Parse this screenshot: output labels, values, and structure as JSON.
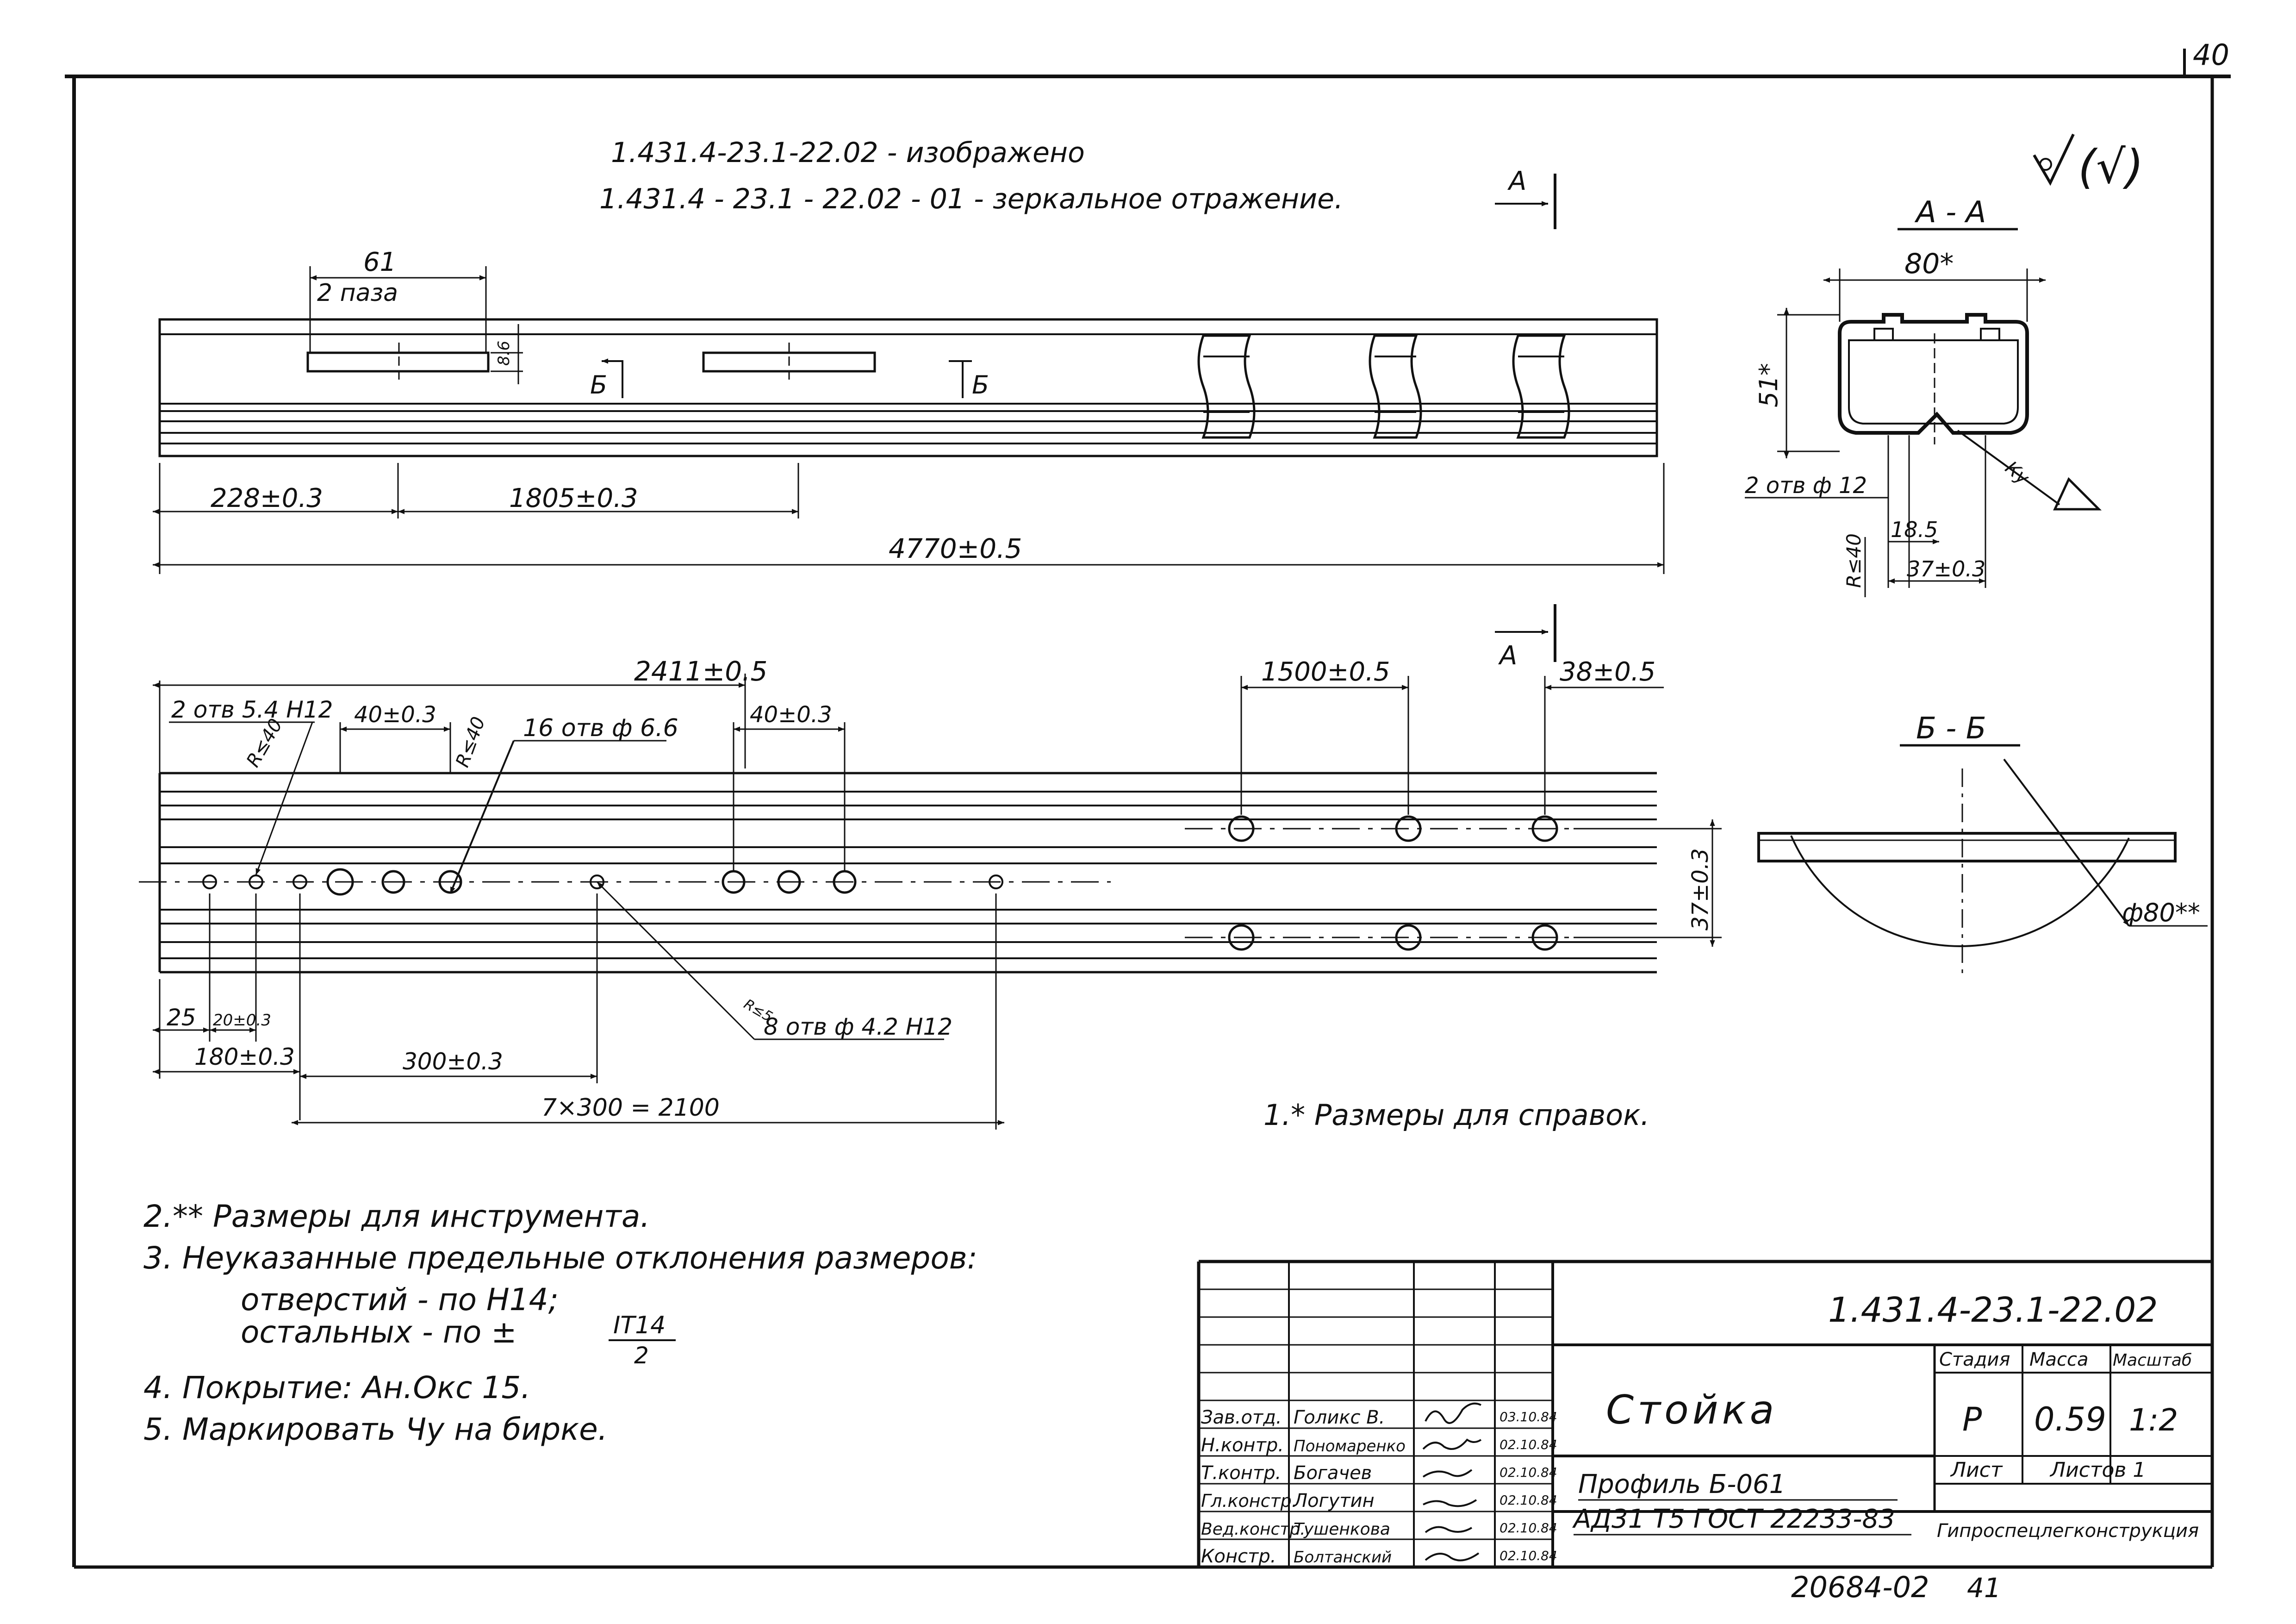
{
  "page_number": "40",
  "header": {
    "line1": "1.431.4-23.1-22.02 - изображено",
    "line2": "1.431.4 - 23.1 - 22.02 - 01 - зеркальное отражение."
  },
  "roughness": "(√)",
  "top_view": {
    "slot_width": "61",
    "slot_label": "2 паза",
    "slot_height": "8.6",
    "dim_228": "228±0.3",
    "dim_1805": "1805±0.3",
    "dim_total": "4770±0.5",
    "section_b": "Б"
  },
  "section_a": {
    "mark": "А",
    "title": "А - А",
    "width": "80*",
    "height": "51*",
    "holes": "2 отв ф 12",
    "dim_18_5": "18.5",
    "dim_37": "37±0.3",
    "radius": "R≤40",
    "ku": "Ку"
  },
  "bottom_view": {
    "dim_2411": "2411±0.5",
    "dim_1500": "1500±0.5",
    "dim_38": "38±0.5",
    "holes_54": "2 отв 5.4 Н12",
    "r40_left": "R≤40",
    "dim_40_a": "40±0.3",
    "r40_mid": "R≤40",
    "holes_66": "16 отв ф 6.6",
    "dim_40_b": "40±0.3",
    "dim_37": "37±0.3",
    "r_small": "R≤5",
    "holes_42": "8 отв ф 4.2 Н12",
    "dim_25": "25",
    "dim_20": "20±0.3",
    "dim_180": "180±0.3",
    "dim_300": "300±0.3",
    "dim_7x300": "7×300 = 2100"
  },
  "section_b": {
    "title": "Б - Б",
    "diameter": "ф80**"
  },
  "notes": {
    "n1": "1.* Размеры для справок.",
    "n2": "2.** Размеры для инструмента.",
    "n3": "3. Неуказанные предельные отклонения размеров:",
    "n3a": "отверстий - по Н14;",
    "n3b_pre": "остальных - по ±",
    "n3b_num": "IT14",
    "n3b_den": "2",
    "n4": "4. Покрытие: Ан.Окс 15.",
    "n5": "5. Маркировать Чу на бирке."
  },
  "title_block": {
    "doc_number": "1.431.4-23.1-22.02",
    "part_name": "Стойка",
    "material_line1": "Профиль Б-061",
    "material_line2": "АД31 Т5 ГОСТ 22233-83",
    "stage_label": "Стадия",
    "mass_label": "Масса",
    "scale_label": "Масштаб",
    "stage": "Р",
    "mass": "0.59",
    "scale": "1:2",
    "sheet_label": "Лист",
    "sheets_label": "Листов 1",
    "organization": "Гипроспецлегконструкция",
    "roles": [
      "Зав.отд.",
      "Н.контр.",
      "Т.контр.",
      "Гл.констр.",
      "Вед.констр.",
      "Констр."
    ],
    "names": [
      "Голикс В.",
      "Пономаренко",
      "Богачев",
      "Логутин",
      "Тушенкова",
      "Болтанский"
    ],
    "dates": [
      "03.10.84",
      "02.10.84",
      "02.10.84",
      "02.10.84",
      "02.10.84",
      "02.10.84"
    ],
    "archive": "20684-02",
    "archive_sheet": "41"
  }
}
